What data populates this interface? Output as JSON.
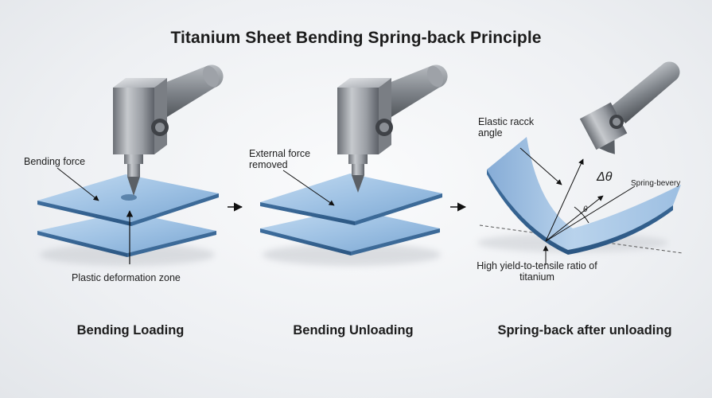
{
  "title": "Titanium Sheet Bending Spring-back Principle",
  "panels": [
    {
      "label": "Bending Loading",
      "annotations": {
        "force": "Bending force",
        "zone": "Plastic deformation zone"
      }
    },
    {
      "label": "Bending Unloading",
      "annotations": {
        "removed": "External force removed"
      }
    },
    {
      "label": "Spring-back after unloading",
      "annotations": {
        "elastic": "Elastic racck angle",
        "delta": "Δθ",
        "theta": "θ",
        "recovery": "Spring-bevery",
        "ratio": "High yield-to-tensile ratio of titanium"
      }
    }
  ],
  "colors": {
    "sheet_light": "#a9c8e6",
    "sheet_dark": "#5f8fbd",
    "steel": "#8d9198"
  },
  "icons": [
    "press-punch-icon",
    "arrow-right-icon"
  ]
}
